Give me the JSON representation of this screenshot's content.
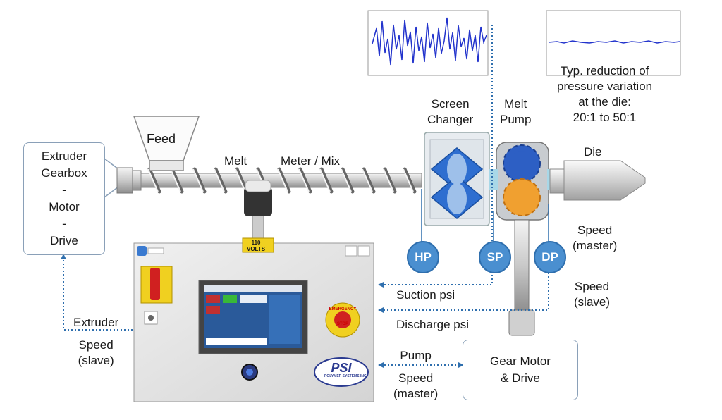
{
  "labels": {
    "feed": "Feed",
    "melt": "Melt",
    "meter_mix": "Meter / Mix",
    "screen_changer": [
      "Screen",
      "Changer"
    ],
    "melt_pump": [
      "Melt",
      "Pump"
    ],
    "die": "Die",
    "reduction_note": [
      "Typ. reduction of",
      "pressure variation",
      "at the die:",
      "20:1 to 50:1"
    ],
    "speed_master_right": [
      "Speed",
      "(master)"
    ],
    "speed_slave_right": [
      "Speed",
      "(slave)"
    ],
    "suction_psi": "Suction psi",
    "discharge_psi": "Discharge psi",
    "extruder_speed": [
      "Extruder",
      "Speed",
      "(slave)"
    ],
    "pump_speed": [
      "Pump",
      "Speed",
      "(master)"
    ]
  },
  "boxes": {
    "extruder": [
      "Extruder",
      "Gearbox",
      "-",
      "Motor",
      "-",
      "Drive"
    ],
    "gear_motor": [
      "Gear Motor",
      "& Drive"
    ]
  },
  "badges": {
    "hp": "HP",
    "sp": "SP",
    "dp": "DP"
  },
  "panel": {
    "voltage_tag": [
      "110",
      "VOLTS"
    ],
    "estop": [
      "EMERGENCY",
      "STOP"
    ],
    "logo": "PSI",
    "logo_sub": "POLYMER SYSTEMS INC."
  },
  "colors": {
    "accent": "#2f6fae",
    "badge": "#4a8fd0",
    "box_border": "#8aa0b8",
    "screw": "#d6d6d6",
    "panel": "#e6e6e6",
    "gear_blue": "#2d5fc4",
    "gear_orange": "#f0a030",
    "trace": "#2233cc"
  }
}
